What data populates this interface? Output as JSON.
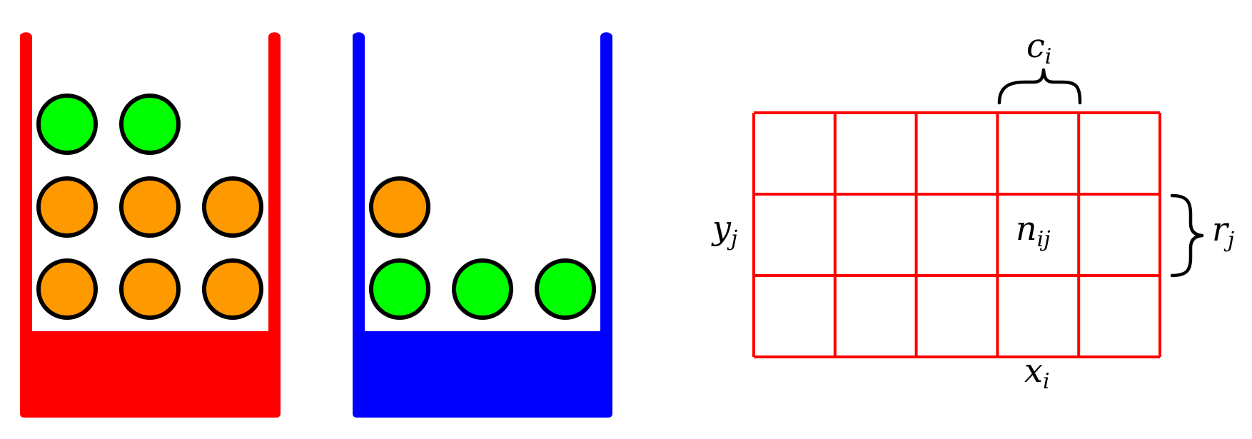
{
  "colors": {
    "green_ball": "#00ff00",
    "orange_ball": "#ff9900",
    "ball_outline": "#000000",
    "grid": "#ff0000",
    "background": "#ffffff"
  },
  "containers": [
    {
      "name": "red-container",
      "color": "#ff0000",
      "rows": [
        [
          "green",
          "green"
        ],
        [
          "orange",
          "orange",
          "orange"
        ],
        [
          "orange",
          "orange",
          "orange"
        ]
      ]
    },
    {
      "name": "blue-container",
      "color": "#0000ff",
      "rows": [
        [],
        [
          "orange"
        ],
        [
          "green",
          "green",
          "green"
        ]
      ]
    }
  ],
  "table": {
    "rows": 3,
    "cols": 5,
    "highlight_row": 2,
    "highlight_col": 4,
    "cell": {
      "base": "n",
      "sub": "ij"
    },
    "column_sum": {
      "base": "c",
      "sub": "i"
    },
    "row_sum": {
      "base": "r",
      "sub": "j"
    },
    "x_label": {
      "base": "x",
      "sub": "i"
    },
    "y_label": {
      "base": "y",
      "sub": "j"
    }
  }
}
